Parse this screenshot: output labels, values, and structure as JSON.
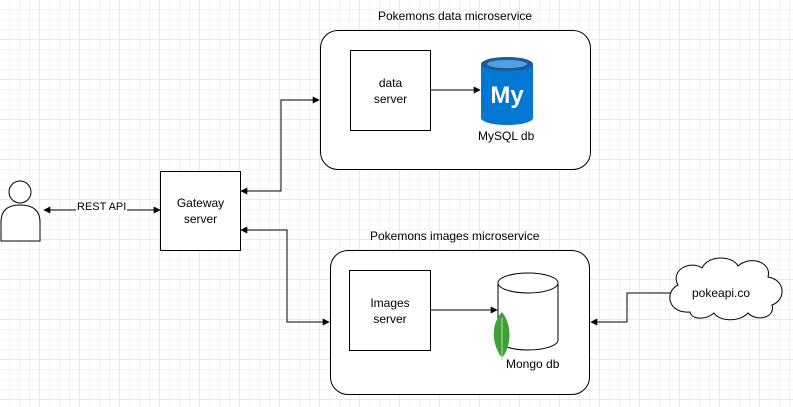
{
  "data_service": {
    "title": "Pokemons data microservice",
    "server_line1": "data",
    "server_line2": "server",
    "db_label": "MySQL db",
    "db_icon_text": "My"
  },
  "images_service": {
    "title": "Pokemons images microservice",
    "server_line1": "Images",
    "server_line2": "server",
    "db_label": "Mongo db"
  },
  "gateway": {
    "line1": "Gateway",
    "line2": "server"
  },
  "client": {
    "link_label": "REST API"
  },
  "external": {
    "label": "pokeapi.co"
  },
  "colors": {
    "mysql_blue": "#0078d4",
    "mysql_dark": "#1e5a98",
    "mongo_green": "#3fa037"
  }
}
